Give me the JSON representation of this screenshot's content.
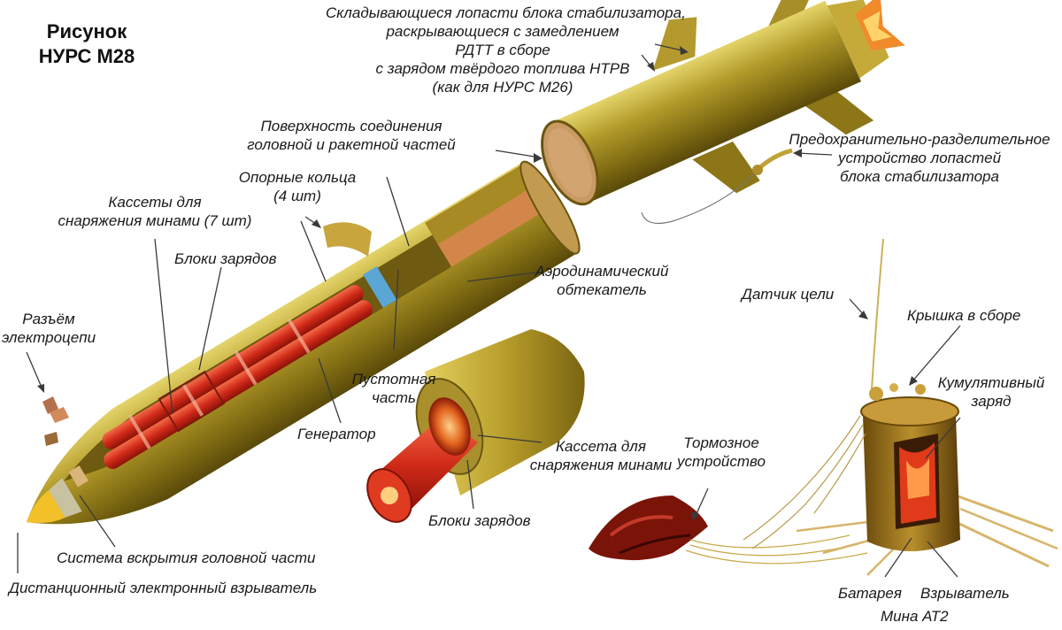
{
  "title": {
    "line1": "Рисунок",
    "line2": "НУРС М28"
  },
  "labels": {
    "stabilizer_line1": "Складывающиеся лопасти блока стабилизатора,",
    "stabilizer_line2": "раскрывающиеся с замедлением",
    "stabilizer_line3": "РДТТ в сборе",
    "stabilizer_line4": "с зарядом твёрдого топлива НТРВ",
    "stabilizer_line5": "(как для НУРС М26)",
    "joint_line1": "Поверхность соединения",
    "joint_line2": "головной и ракетной частей",
    "safety_line1": "Предохранительно-разделительное",
    "safety_line2": "устройство лопастей",
    "safety_line3": "блока стабилизатора",
    "rings_line1": "Опорные кольца",
    "rings_line2": "(4 шт)",
    "cassettes_line1": "Кассеты для",
    "cassettes_line2": "снаряжения минами (7 шт)",
    "charges_top": "Блоки зарядов",
    "connector_line1": "Разъём",
    "connector_line2": "электроцепи",
    "fairing_line1": "Аэродинамический",
    "fairing_line2": "обтекатель",
    "target_sensor": "Датчик цели",
    "lid": "Крышка в сборе",
    "shaped_line1": "Кумулятивный",
    "shaped_line2": "заряд",
    "void_line1": "Пустотная",
    "void_line2": "часть",
    "generator": "Генератор",
    "cassette_line1": "Кассета для",
    "cassette_line2": "снаряжения минами",
    "brake_line1": "Тормозное",
    "brake_line2": "устройство",
    "charges_bottom": "Блоки зарядов",
    "opening": "Система вскрытия головной части",
    "fuze_remote": "Дистанционный электронный взрыватель",
    "battery": "Батарея",
    "fuze": "Взрыватель",
    "mine": "Мина АТ2"
  },
  "colors": {
    "body_olive": "#8f7a16",
    "body_highlight": "#d9c85a",
    "interior_red": "#c8281a",
    "nose_yellow": "#f2c12a",
    "blue_ring": "#5aa7d6"
  }
}
